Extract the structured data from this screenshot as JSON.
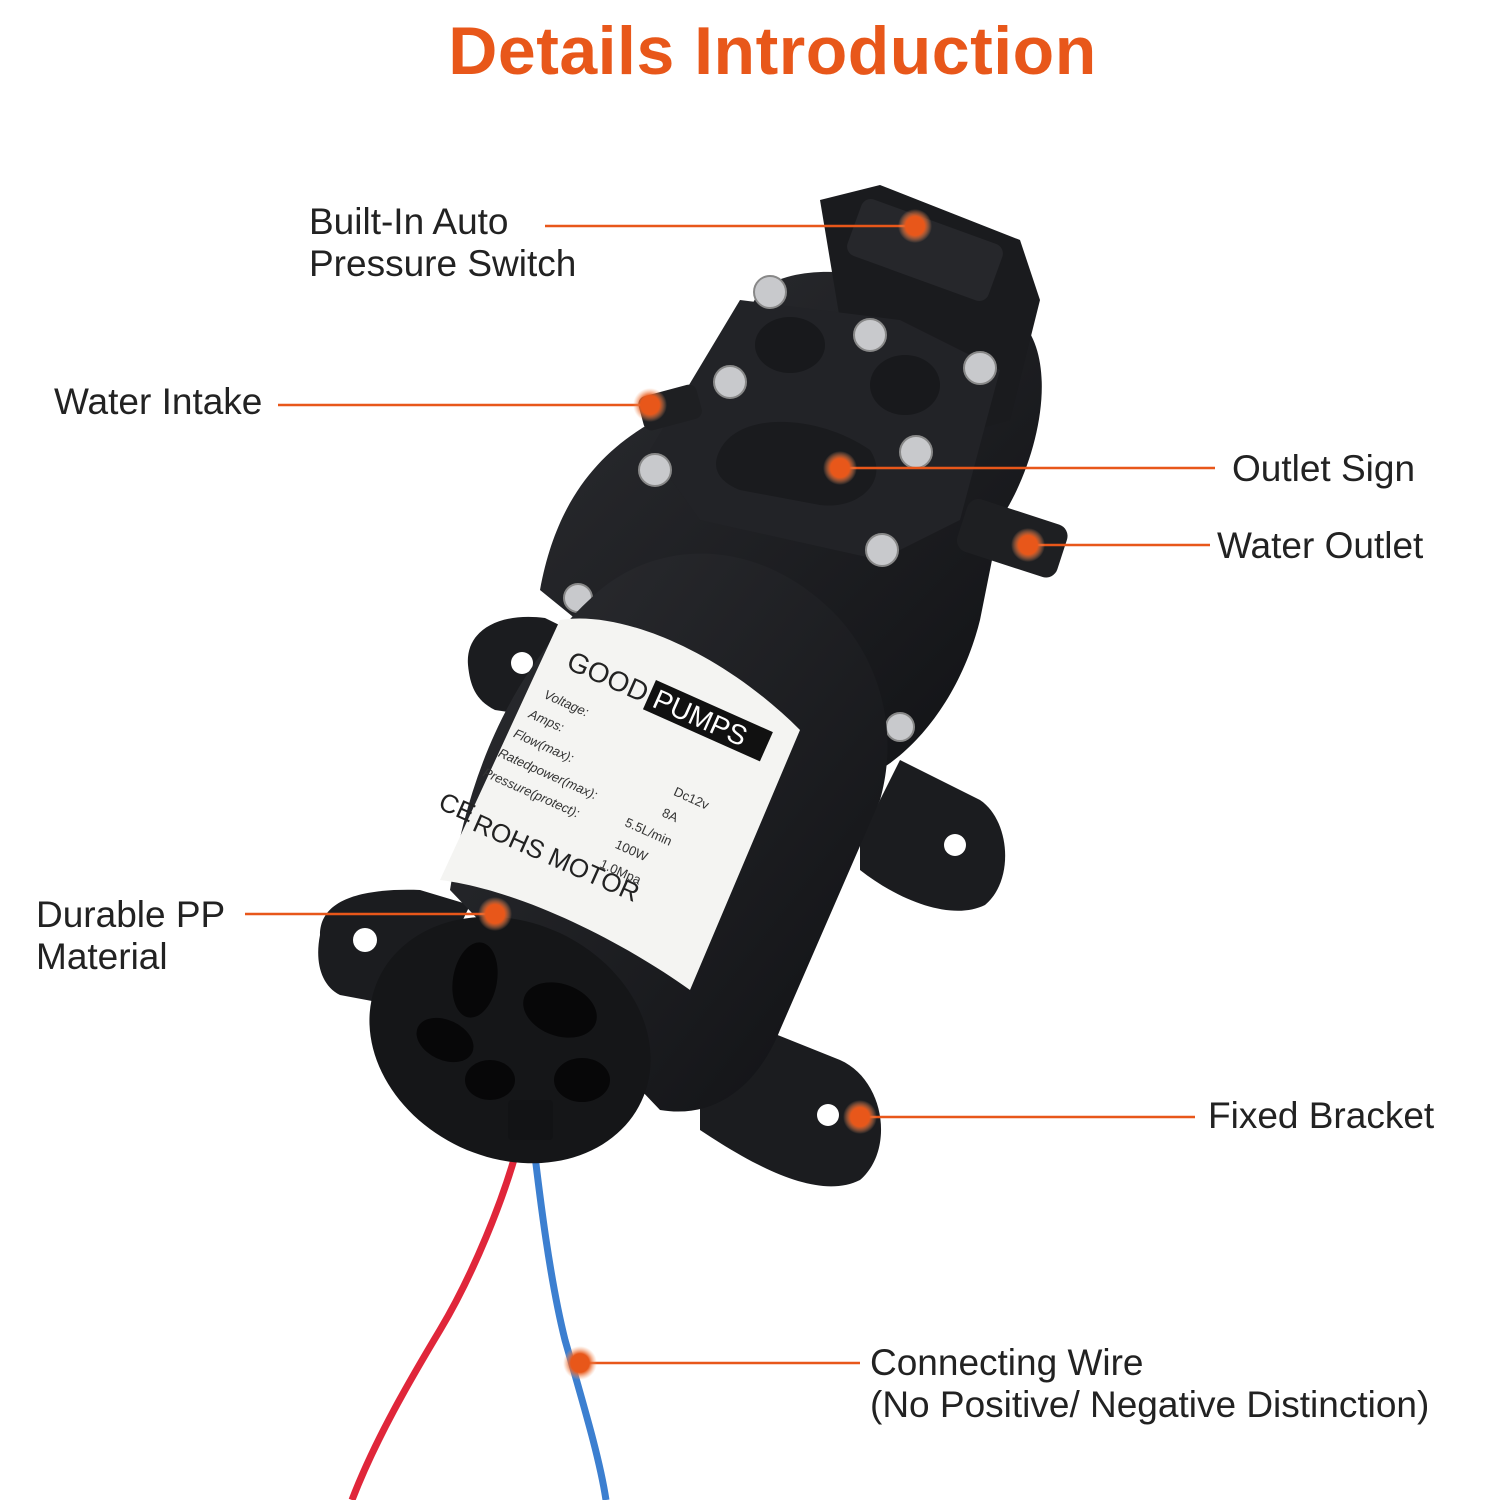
{
  "title": "Details Introduction",
  "accent_color": "#e8571a",
  "labels": {
    "pressure_switch": {
      "line1": "Built-In Auto",
      "line2": "Pressure Switch"
    },
    "water_intake": "Water Intake",
    "outlet_sign": "Outlet Sign",
    "water_outlet": "Water Outlet",
    "pp_material": {
      "line1": "Durable PP",
      "line2": "Material"
    },
    "fixed_bracket": "Fixed Bracket",
    "connecting_wire": {
      "line1": "Connecting Wire",
      "line2": "(No Positive/ Negative Distinction)"
    }
  },
  "pump_label": {
    "brand_a": "GOOD",
    "brand_b": "PUMPS",
    "specs": [
      "Voltage:",
      "Amps:",
      "Flow(max):",
      "Ratedpower(max):",
      "Pressure(protect):"
    ],
    "values": [
      "Dc12v",
      "8A",
      "5.5L/min",
      "100W",
      "1.0Mpa"
    ],
    "cert": "CE",
    "footer": "ROHS MOTOR"
  }
}
